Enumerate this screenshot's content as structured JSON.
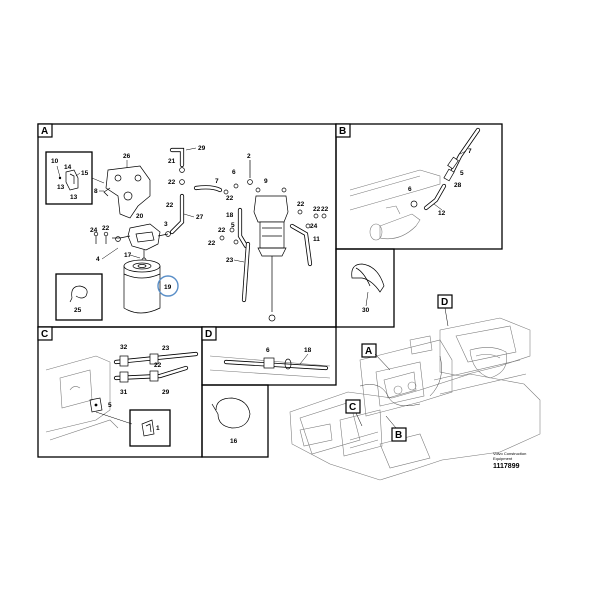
{
  "panels": {
    "A": "A",
    "B": "B",
    "C": "C",
    "D": "D"
  },
  "callouts_A": {
    "c10": "10",
    "c14": "14",
    "c13a": "13",
    "c15": "15",
    "c13b": "13",
    "c26": "26",
    "c8": "8",
    "c29": "29",
    "c21": "21",
    "c22a": "22",
    "c22b": "22",
    "c22c": "22",
    "c7": "7",
    "c6": "6",
    "c2": "2",
    "c9": "9",
    "c20": "20",
    "c3": "3",
    "c27": "27",
    "c18": "18",
    "c5": "5",
    "c22d": "22",
    "c22e": "22",
    "c24a": "24",
    "c22f": "22",
    "c22g": "22",
    "c24b": "24",
    "c11": "11",
    "c17": "17",
    "c4": "4",
    "c23": "23",
    "c19": "19",
    "c25": "25"
  },
  "callouts_B": {
    "c7": "7",
    "c5": "5",
    "c28": "28",
    "c6": "6",
    "c12": "12"
  },
  "callouts_30": {
    "c30": "30"
  },
  "callouts_C": {
    "c32": "32",
    "c23": "23",
    "c22": "22",
    "c31": "31",
    "c29": "29",
    "c5": "5",
    "c1": "1"
  },
  "callouts_D": {
    "c6": "6",
    "c18": "18",
    "c16": "16"
  },
  "overview_tags": {
    "A": "A",
    "B": "B",
    "C": "C",
    "D": "D"
  },
  "footer": {
    "brand_line1": "Volvo Construction",
    "brand_line2": "Equipment",
    "reference": "1117899"
  },
  "colors": {
    "highlight": "#5a8fc8",
    "line": "#000000"
  }
}
